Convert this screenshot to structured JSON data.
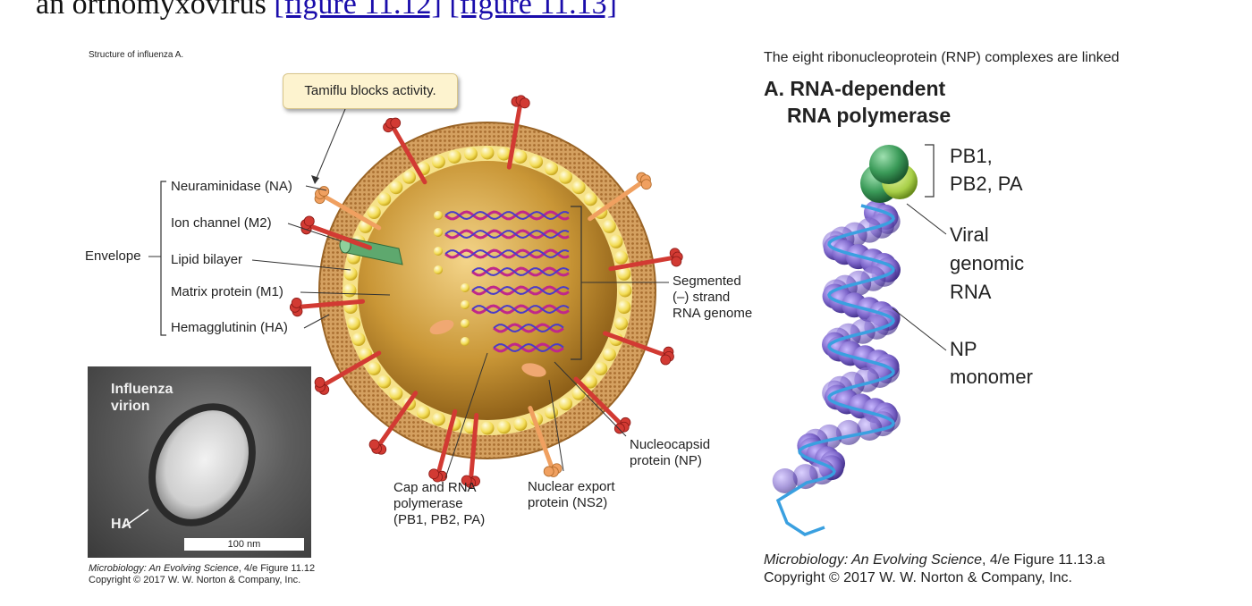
{
  "header": {
    "prefix": "an orthomyxovirus",
    "link1": "[figure 11.12]",
    "link2": "[figure 11.13]"
  },
  "left_figure": {
    "title": "Structure of influenza A.",
    "callout": "Tamiflu blocks activity.",
    "envelope_label": "Envelope",
    "labels": {
      "neuraminidase": "Neuraminidase (NA)",
      "ion_channel": "Ion channel (M2)",
      "lipid_bilayer": "Lipid bilayer",
      "matrix_protein": "Matrix protein (M1)",
      "hemagglutinin": "Hemagglutinin (HA)",
      "segmented_1": "Segmented",
      "segmented_2": "(–) strand",
      "segmented_3": "RNA genome",
      "nucleocapsid_1": "Nucleocapsid",
      "nucleocapsid_2": "protein (NP)",
      "nuclear_1": "Nuclear export",
      "nuclear_2": "protein (NS2)",
      "cap_1": "Cap and RNA",
      "cap_2": "polymerase",
      "cap_3": "(PB1, PB2, PA)"
    },
    "micrograph": {
      "label_1": "Influenza",
      "label_2": "virion",
      "ha": "HA",
      "scale": "100 nm"
    },
    "credit_title": "Microbiology: An Evolving Science",
    "credit_rest": ", 4/e  Figure 11.12",
    "copyright": "Copyright © 2017 W. W. Norton & Company, Inc."
  },
  "right_figure": {
    "caption": "The eight ribonucleoprotein (RNP) complexes are linked",
    "title_1": "A. RNA-dependent",
    "title_2": "RNA polymerase",
    "pb_1": "PB1,",
    "pb_2": "PB2, PA",
    "viral_1": "Viral",
    "viral_2": "genomic",
    "viral_3": "RNA",
    "np_1": "NP",
    "np_2": "monomer",
    "credit_title": "Microbiology: An Evolving Science",
    "credit_rest": ", 4/e  Figure 11.13.a",
    "copyright": "Copyright © 2017 W. W. Norton & Company, Inc."
  },
  "colors": {
    "envelope": "#c8904a",
    "interior": "#b8862e",
    "lipid": "#f3dc54",
    "rna": "#c0288a",
    "np_protein": "#7a63c8",
    "polymerase": "#3a9a58",
    "spike": "#d23a33"
  }
}
